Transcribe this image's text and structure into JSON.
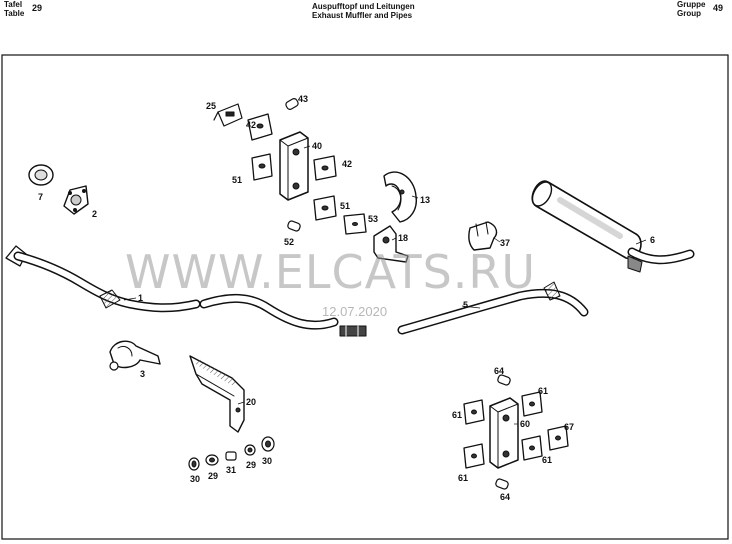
{
  "header": {
    "left_label_de": "Tafel",
    "left_label_en": "Table",
    "table_number": "29",
    "title_de": "Auspufftopf und Leitungen",
    "title_en": "Exhaust Muffler and Pipes",
    "right_label_de": "Gruppe",
    "right_label_en": "Group",
    "group_number": "49"
  },
  "watermark": {
    "text": "WWW.ELCATS.RU",
    "date": "12.07.2020"
  },
  "callouts": {
    "c1": "1",
    "c2": "2",
    "c3": "3",
    "c5": "5",
    "c6": "6",
    "c7": "7",
    "c13": "13",
    "c18": "18",
    "c20": "20",
    "c25": "25",
    "c29a": "29",
    "c29b": "29",
    "c30a": "30",
    "c30b": "30",
    "c31": "31",
    "c37": "37",
    "c40": "40",
    "c42a": "42",
    "c42b": "42",
    "c43": "43",
    "c51a": "51",
    "c51b": "51",
    "c52": "52",
    "c53": "53",
    "c60": "60",
    "c61a": "61",
    "c61b": "61",
    "c61c": "61",
    "c61d": "61",
    "c64a": "64",
    "c64b": "64",
    "c67": "67"
  }
}
